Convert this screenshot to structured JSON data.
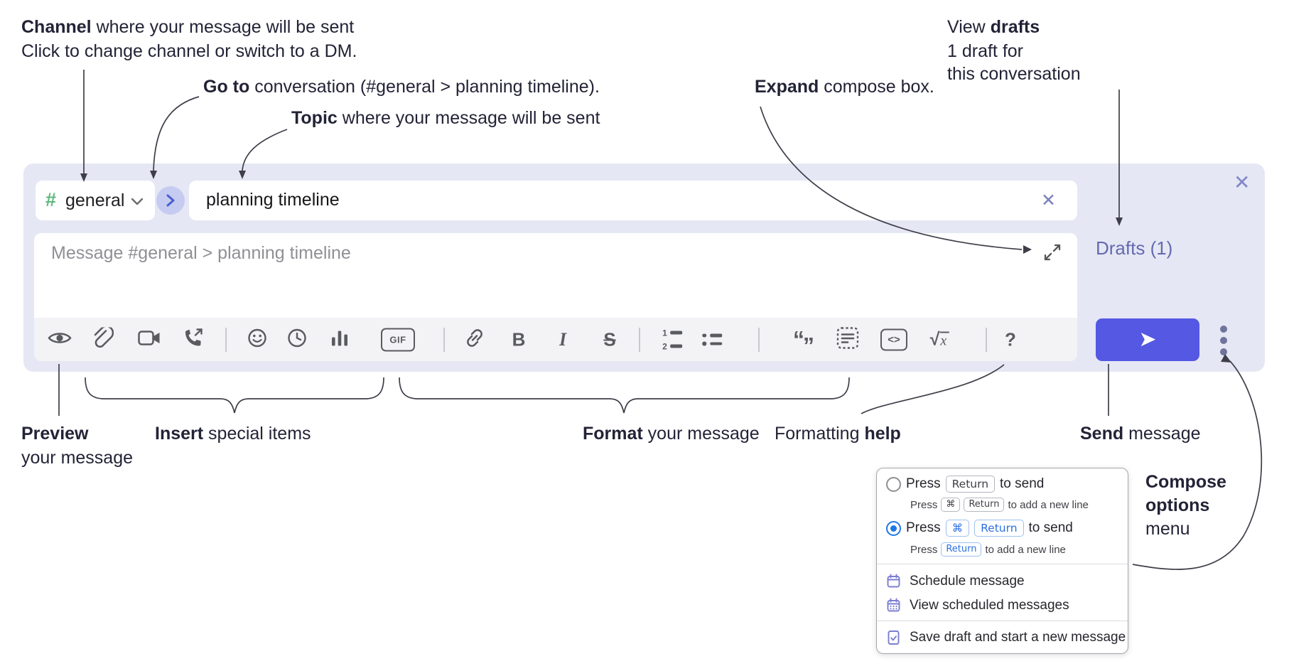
{
  "annotations": {
    "channel": {
      "bold": "Channel",
      "rest": " where your message will be sent",
      "line2": "Click to change channel or switch to a DM."
    },
    "goto": {
      "bold": "Go to",
      "rest": " conversation (#general > planning timeline)."
    },
    "topic": {
      "bold": "Topic",
      "rest": " where your message will be sent"
    },
    "expand": {
      "bold": "Expand",
      "rest": " compose box."
    },
    "view_drafts": {
      "pre": "View ",
      "bold": "drafts",
      "line2": "1 draft for",
      "line3": "this conversation"
    },
    "preview": {
      "bold": "Preview",
      "line2": "your message"
    },
    "insert": {
      "bold": "Insert",
      "rest": " special items"
    },
    "format": {
      "bold": "Format",
      "rest": " your message"
    },
    "help": {
      "pre": "Formatting ",
      "bold": "help"
    },
    "send": {
      "bold": "Send",
      "rest": " message"
    },
    "compose_options": {
      "bold1": "Compose",
      "bold2": "options",
      "line3": "menu"
    }
  },
  "composer": {
    "channel_selector": {
      "hash": "#",
      "name": "general"
    },
    "topic_input": {
      "value": "planning timeline",
      "clear_glyph": "✕"
    },
    "close_glyph": "✕",
    "message_input": {
      "placeholder": "Message #general > planning timeline"
    },
    "drafts_link": "Drafts (1)",
    "toolbar": {
      "gif_label": "GIF",
      "bold_glyph": "B",
      "italic_glyph": "I",
      "strike_glyph": "S",
      "ol_num1": "1",
      "ol_num2": "2",
      "quote_open": "“",
      "quote_close": "”",
      "code_glyph": "<>",
      "sqrt_glyph": "√",
      "sqrt_var": "x",
      "help_glyph": "?",
      "send_glyph": "➤"
    }
  },
  "menu": {
    "option1": {
      "pre": "Press",
      "key": "Return",
      "post": "to send",
      "sub": {
        "pre": "Press",
        "key1": "⌘",
        "key2": "Return",
        "post": "to add a new line"
      }
    },
    "option2": {
      "pre": "Press",
      "key1": "⌘",
      "key2": "Return",
      "post": "to send",
      "sub": {
        "pre": "Press",
        "key": "Return",
        "post": "to add a new line"
      }
    },
    "items": [
      {
        "label": "Schedule message"
      },
      {
        "label": "View scheduled messages"
      },
      {
        "label": "Save draft and start a new message"
      }
    ]
  },
  "colors": {
    "accent_blurple": "#5558e3",
    "compose_bg": "#e5e7f4",
    "channel_green": "#5eb97e",
    "drafts_link": "#646ab0",
    "icon_gray": "#5a5b5f",
    "key_blue": "#2b6fe3",
    "radio_blue": "#1f78e8",
    "menu_icon_purple": "#7b7ed1",
    "annotation_ink": "#232337"
  }
}
